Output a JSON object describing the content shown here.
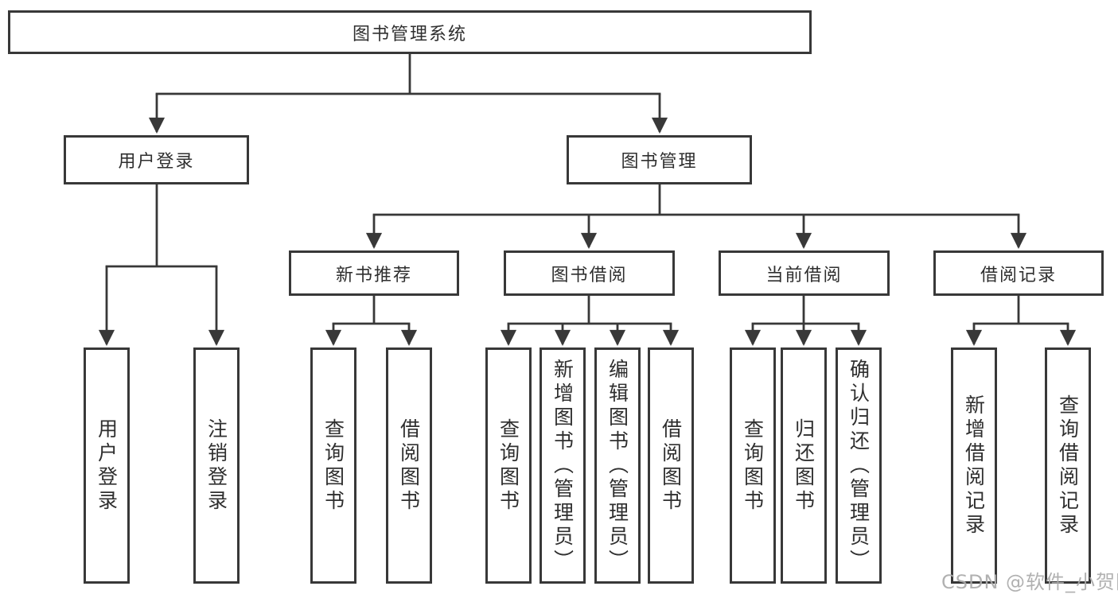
{
  "diagram": {
    "title": "图书管理系统",
    "root": {
      "label": "图书管理系统",
      "children": [
        {
          "label": "用户登录",
          "children": [
            {
              "label": "用户登录"
            },
            {
              "label": "注销登录"
            }
          ]
        },
        {
          "label": "图书管理",
          "children": [
            {
              "label": "新书推荐",
              "children": [
                {
                  "label": "查询图书"
                },
                {
                  "label": "借阅图书"
                }
              ]
            },
            {
              "label": "图书借阅",
              "children": [
                {
                  "label": "查询图书"
                },
                {
                  "label": "新增图书（管理员）"
                },
                {
                  "label": "编辑图书（管理员）"
                },
                {
                  "label": "借阅图书"
                }
              ]
            },
            {
              "label": "当前借阅",
              "children": [
                {
                  "label": "查询图书"
                },
                {
                  "label": "归还图书"
                },
                {
                  "label": "确认归还（管理员）"
                }
              ]
            },
            {
              "label": "借阅记录",
              "children": [
                {
                  "label": "新增借阅记录"
                },
                {
                  "label": "查询借阅记录"
                }
              ]
            }
          ]
        }
      ]
    }
  },
  "watermark": "CSDN @软件_小贺同学",
  "colors": {
    "line": "#383838",
    "box_border": "#383838",
    "text": "#2f2f2f",
    "background": "#ffffff",
    "watermark": "#ababab"
  }
}
